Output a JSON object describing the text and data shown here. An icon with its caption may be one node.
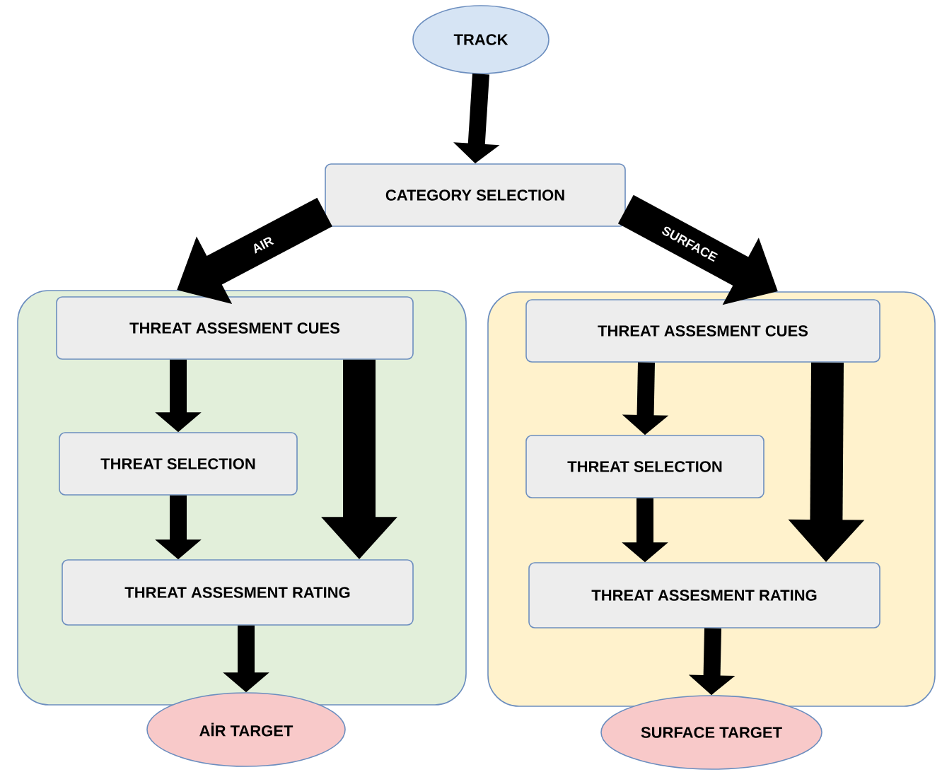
{
  "diagram": {
    "nodes": [
      {
        "text": [
          "TRACK"
        ]
      },
      {
        "text": [
          "CATEGORY SELECTION"
        ]
      },
      {
        "text": [],
        "shape": "box"
      },
      {
        "text": [
          "THREAT ASSESMENT CUES"
        ],
        "in": 2
      },
      {
        "text": [
          "THREAT SELECTION"
        ],
        "in": 2
      },
      {
        "text": [
          "THREAT ASSESMENT RATING"
        ],
        "in": 2
      },
      {
        "text": [],
        "shape": "box"
      },
      {
        "text": [
          "THREAT ASSESMENT CUES"
        ],
        "in": 6
      },
      {
        "text": [
          "THREAT SELECTION"
        ],
        "in": 6
      },
      {
        "text": [
          "THREAT ASSESMENT RATING"
        ],
        "in": 6
      },
      {
        "text": [
          "AİR TARGET"
        ]
      },
      {
        "text": [
          "SURFACE TARGET"
        ]
      }
    ],
    "edges": [
      {
        "from": 0,
        "to": 1,
        "arrow": "to"
      },
      {
        "from": 1,
        "to": 2,
        "arrow": "to",
        "label": "AIR",
        "style": "thick"
      },
      {
        "from": 1,
        "to": 6,
        "arrow": "to",
        "label": "SURFACE",
        "style": "thick"
      },
      {
        "from": 3,
        "to": 4,
        "arrow": "to"
      },
      {
        "from": 4,
        "to": 5,
        "arrow": "to"
      },
      {
        "from": 3,
        "to": 5,
        "arrow": "to",
        "style": "thick"
      },
      {
        "from": 7,
        "to": 8,
        "arrow": "to"
      },
      {
        "from": 8,
        "to": 9,
        "arrow": "to"
      },
      {
        "from": 7,
        "to": 9,
        "arrow": "to",
        "style": "thick"
      },
      {
        "from": 5,
        "to": 10,
        "arrow": "to"
      },
      {
        "from": 9,
        "to": 11,
        "arrow": "to"
      }
    ]
  }
}
